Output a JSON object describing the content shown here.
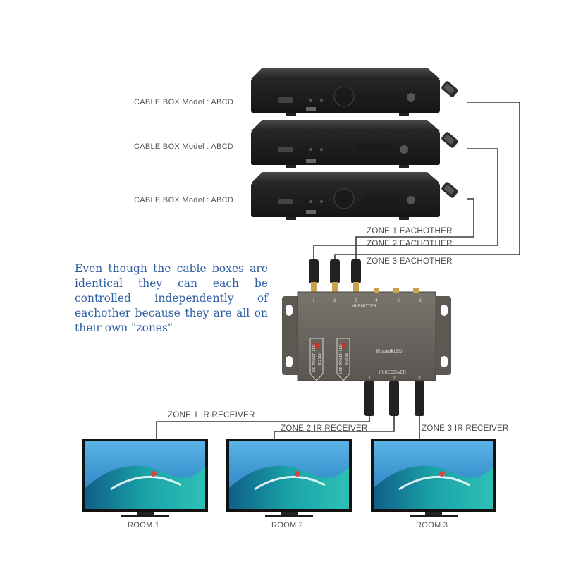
{
  "cable_boxes": [
    {
      "label": "CABLE BOX Model : ABCD"
    },
    {
      "label": "CABLE BOX Model : ABCD"
    },
    {
      "label": "CABLE BOX Model : ABCD"
    }
  ],
  "zone_emitter_labels": [
    "ZONE 1 EACHOTHER",
    "ZONE 2 EACHOTHER",
    "ZONE 3 EACHOTHER"
  ],
  "description": "Even though the cable boxes are identical they can each be controlled independently of eachother because they are all on their own \"zones\"",
  "hub": {
    "emitter_header": "IR EMITTER",
    "emitter_ports": [
      "1",
      "2",
      "3",
      "4",
      "5",
      "6"
    ],
    "receiver_header": "IR RECEIVER",
    "receiver_ports": [
      "1",
      "2",
      "3"
    ],
    "status_label": "IR status LED",
    "dc_power_label": "DC POWER LED",
    "dc_voltage": "DC 12V",
    "usb_power_label": "USB POWER LED",
    "usb_voltage": "USB 5V"
  },
  "receiver_labels": [
    "ZONE 1 IR RECEIVER",
    "ZONE 2 IR RECEIVER",
    "ZONE 3 IR RECEIVER"
  ],
  "rooms": [
    {
      "label": "ROOM 1"
    },
    {
      "label": "ROOM 2"
    },
    {
      "label": "ROOM 3"
    }
  ],
  "colors": {
    "description_text": "#2f5fa3",
    "cable_box": "#2a2a2a",
    "hub": "#6b6560",
    "wire": "#3a3a3a",
    "sky": "#2a8fc8",
    "wave": "#1e9aa0"
  }
}
